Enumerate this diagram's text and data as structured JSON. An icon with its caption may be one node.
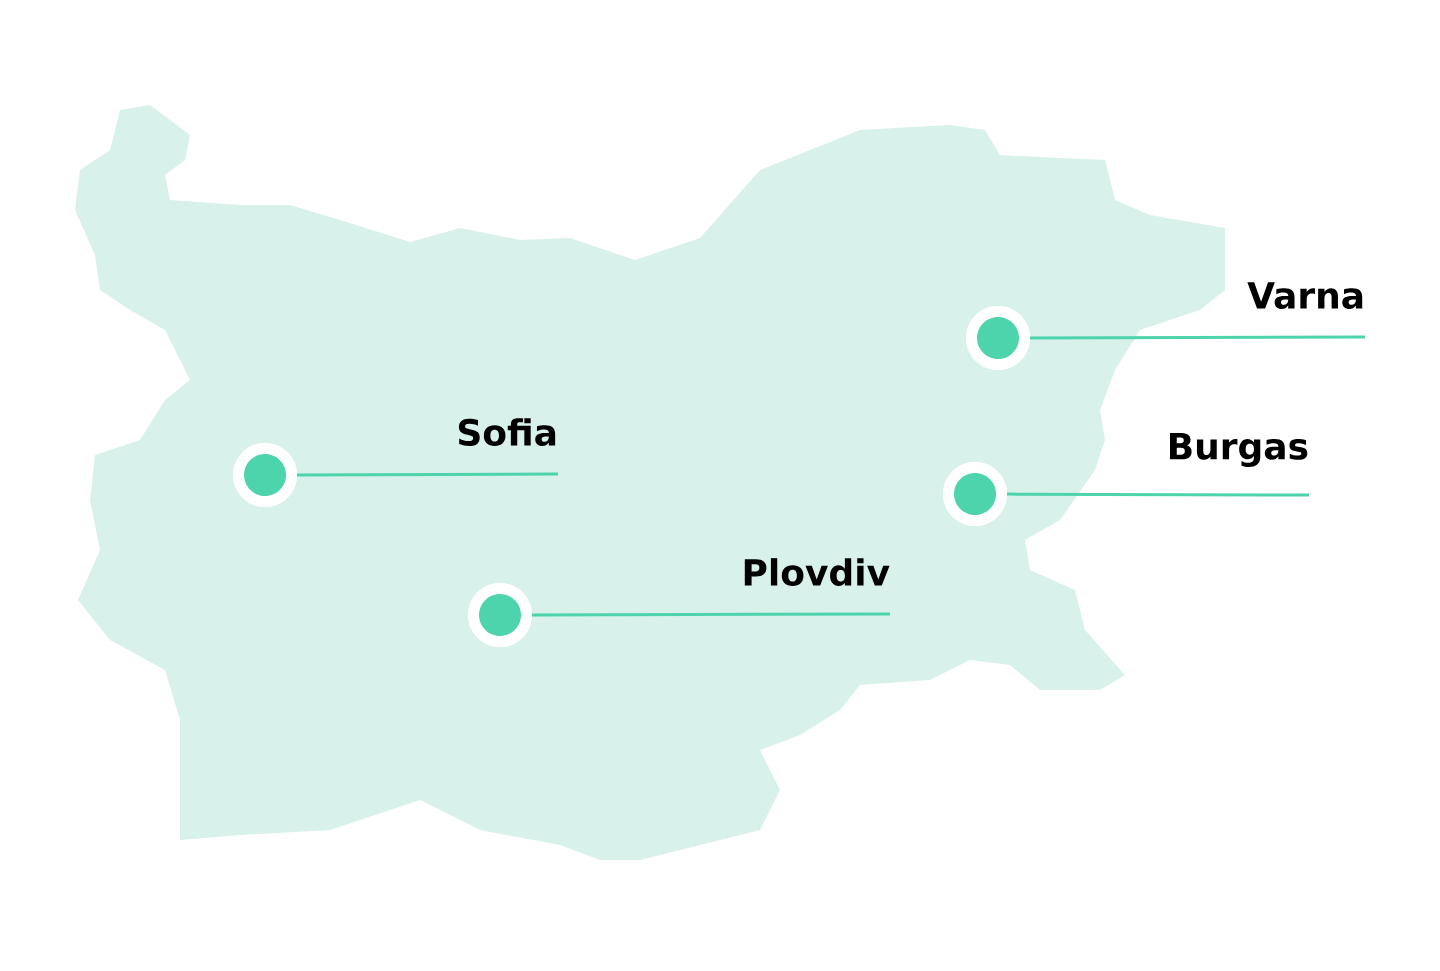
{
  "diagram": {
    "nodes": [
      {
        "text": [
          "Varna"
        ]
      },
      {
        "text": [],
        "shape": "circle"
      },
      {
        "text": [
          "Sofia"
        ]
      },
      {
        "text": [],
        "shape": "circle"
      },
      {
        "text": [
          "Burgas"
        ]
      },
      {
        "text": [],
        "shape": "circle"
      },
      {
        "text": [
          "Plovdiv"
        ]
      },
      {
        "text": [],
        "shape": "circle"
      }
    ],
    "edges": [
      {
        "from": 0,
        "to": 1,
        "arrow": "none"
      },
      {
        "from": 2,
        "to": 3,
        "arrow": "none"
      },
      {
        "from": 4,
        "to": 5,
        "arrow": "none"
      },
      {
        "from": 6,
        "to": 7,
        "arrow": "none"
      }
    ]
  }
}
